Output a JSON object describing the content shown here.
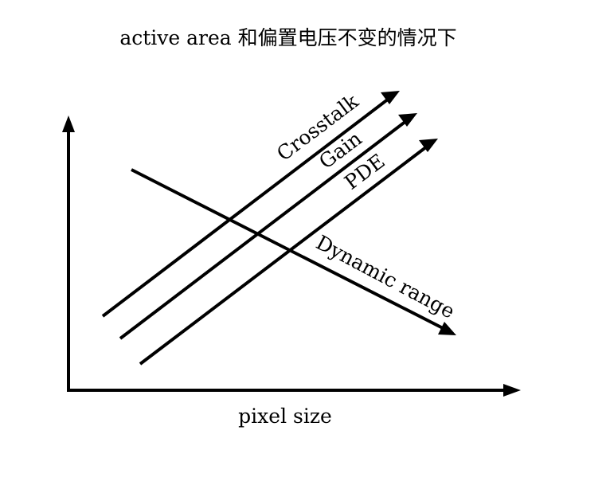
{
  "title": "active area 和偏置电压不变的情况下",
  "x_axis_label": "pixel size",
  "lines": [
    {
      "key": "crosstalk",
      "label": "Crosstalk",
      "trend": "increasing"
    },
    {
      "key": "gain",
      "label": "Gain",
      "trend": "increasing"
    },
    {
      "key": "pde",
      "label": "PDE",
      "trend": "increasing"
    },
    {
      "key": "dynamic_range",
      "label": "Dynamic range",
      "trend": "decreasing"
    }
  ],
  "colors": {
    "line": "#000000",
    "background": "#ffffff"
  }
}
